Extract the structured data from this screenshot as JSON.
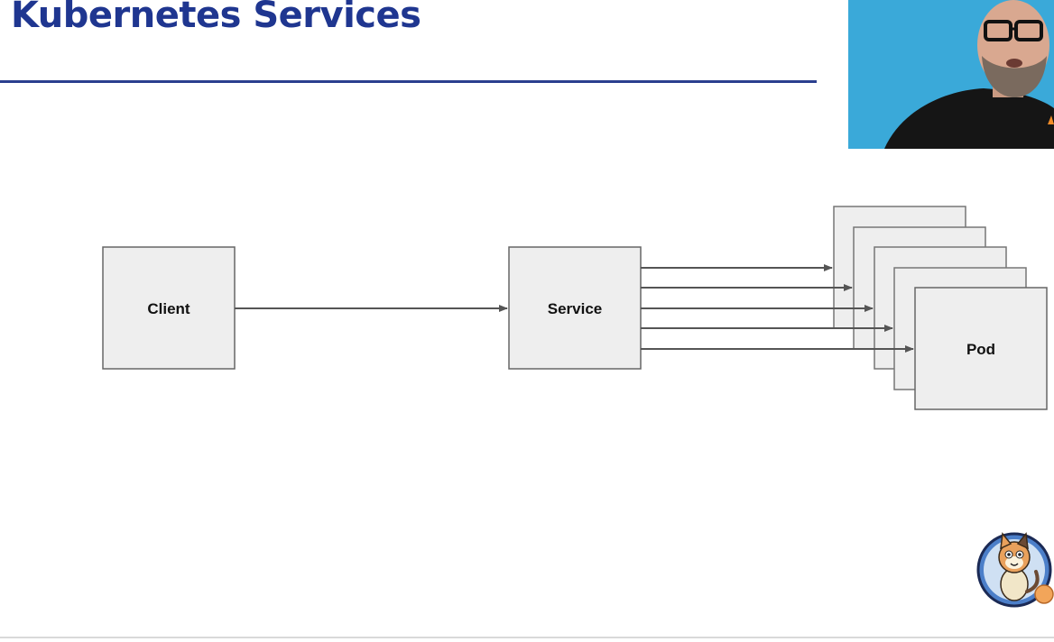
{
  "slide": {
    "title": "Kubernetes Services"
  },
  "diagram": {
    "nodes": {
      "client": "Client",
      "service": "Service",
      "pod": "Pod"
    },
    "pod_replicas": 5,
    "service_to_pod_arrows": 5
  },
  "colors": {
    "title": "#1f3690",
    "rule": "#2b3f8f",
    "box_fill": "#eeeeee",
    "box_stroke": "#666666",
    "arrow": "#555555",
    "webcam_background": "#3aa9d9"
  },
  "icons": {
    "presenter_video": "presenter-webcam",
    "logo": "cat-mascot-icon"
  }
}
